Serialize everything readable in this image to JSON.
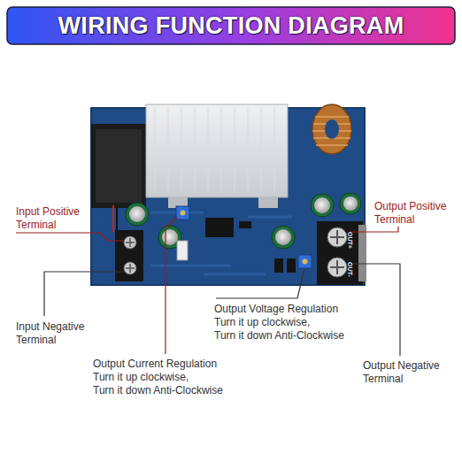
{
  "diagram": {
    "title": "WIRING FUNCTION DIAGRAM",
    "labels": [
      "Input Positive Terminal",
      "Input Negative Terminal",
      "Output Current Regulation",
      "Turn it up clockwise,",
      "Turn it down Anti-Clockwise",
      "Output Voltage Regulation",
      "Turn it up clockwise,",
      "Turn it down Anti-Clockwise",
      "Output Positive Terminal",
      "Output Negative Terminal",
      "OUT+",
      "OUT-"
    ]
  }
}
